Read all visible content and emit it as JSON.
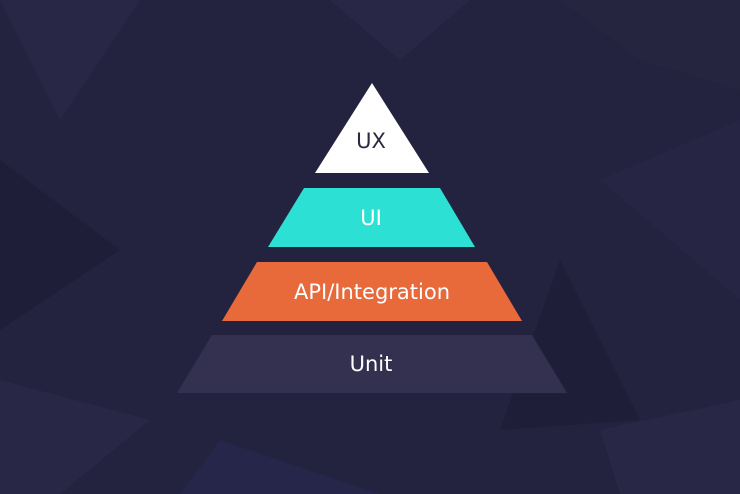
{
  "colors": {
    "background": "#23223f",
    "facet_light": "#282746",
    "facet_dark": "#1f1e38"
  },
  "pyramid": {
    "tiers": [
      {
        "label": "UX",
        "fill": "#ffffff",
        "text_color": "#2a2940"
      },
      {
        "label": "UI",
        "fill": "#2ce0d4",
        "text_color": "#ffffff"
      },
      {
        "label": "API/Integration",
        "fill": "#e8693a",
        "text_color": "#ffffff"
      },
      {
        "label": "Unit",
        "fill": "#33314f",
        "text_color": "#ffffff"
      }
    ]
  }
}
